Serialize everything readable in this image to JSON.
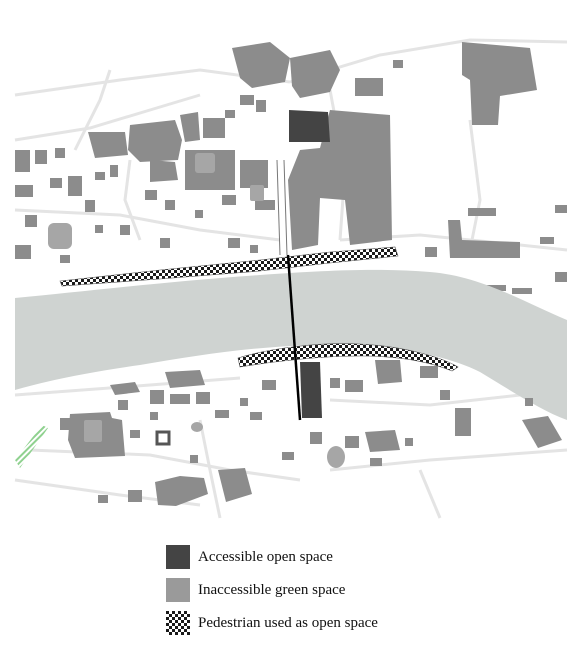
{
  "legend": {
    "items": [
      {
        "label": "Accessible open space",
        "color": "#444444",
        "pattern": "solid"
      },
      {
        "label": "Inaccessible green space",
        "color": "#9a9a9a",
        "pattern": "solid"
      },
      {
        "label": "Pedestrian used as open space",
        "color": "#222222",
        "pattern": "checker"
      }
    ]
  },
  "colors": {
    "building": "#8c8c8c",
    "green_space": "#9a9a9a",
    "open_space": "#444444",
    "river": "#cfd3d1",
    "street_line": "#e6e6e6",
    "bridge": "#000000",
    "vegetation": "#8fd18f"
  }
}
